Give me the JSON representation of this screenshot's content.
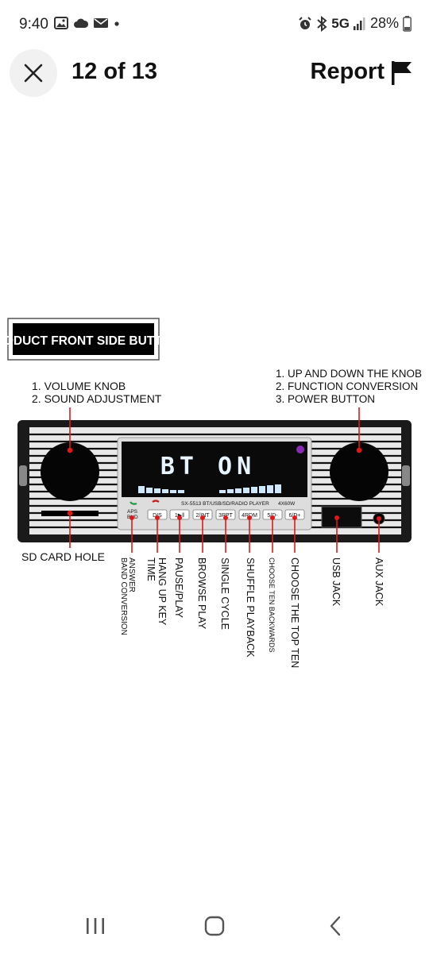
{
  "status_bar": {
    "time": "9:40",
    "left_icons": [
      "image-icon",
      "cloud-icon",
      "mail-icon",
      "dot-icon"
    ],
    "right_icons": [
      "alarm-icon",
      "bluetooth-icon",
      "signal-icon",
      "battery-icon"
    ],
    "network": "5G",
    "battery": "28%"
  },
  "header": {
    "counter": "12 of 13",
    "report_label": "Report"
  },
  "image": {
    "title": "PRODUCT FRONT SIDE BUTTON",
    "label_left_1": "1.  VOLUME KNOB",
    "label_left_2": "2.  SOUND ADJUSTMENT",
    "label_right_1": "1.  UP AND DOWN THE KNOB",
    "label_right_2": "2.  FUNCTION CONVERSION",
    "label_right_3": "3.  POWER BUTTON",
    "sd_card": "SD CARD HOLE",
    "display_text": "BT  ON",
    "model": "SX-5513   BT/USB/SD/RADIO PLAYER",
    "power": "4X60W",
    "buttons": [
      "APS BND",
      "DIS",
      "1▶‖",
      "2/INT",
      "3RPT",
      "4RDM",
      "5/D-",
      "6/D+"
    ],
    "vertical_labels": [
      [
        "ANSWER",
        "BAND CONVERSION"
      ],
      [
        "HANG UP KEY",
        "TIME"
      ],
      [
        "PAUSE/PLAY"
      ],
      [
        "BROWSE PLAY"
      ],
      [
        "SINGLE CYCLE"
      ],
      [
        "SHUFFLE PLAYBACK"
      ],
      [
        "CHOOSE TEN BACKWARDS"
      ],
      [
        "CHOOSE THE TOP TEN"
      ],
      [
        "USB JACK"
      ],
      [
        "AUX JACK"
      ]
    ]
  },
  "nav": {
    "recent": "recent-apps-icon",
    "home": "home-icon",
    "back": "back-icon"
  }
}
